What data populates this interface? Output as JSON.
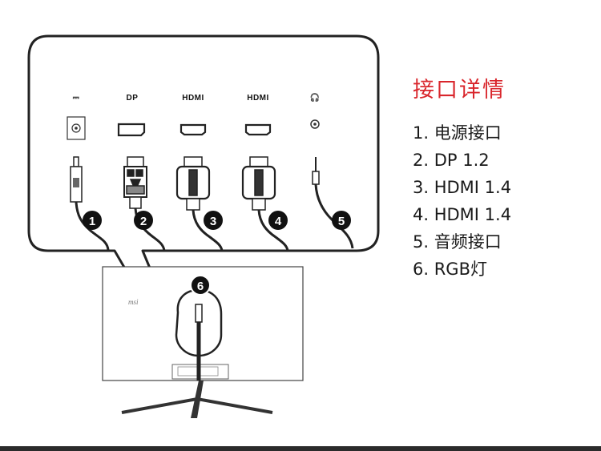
{
  "ports": [
    {
      "label": "⎓",
      "icon": "dc-power-icon"
    },
    {
      "label": "DP",
      "icon": "displayport-icon"
    },
    {
      "label": "HDMI",
      "icon": "hdmi-icon"
    },
    {
      "label": "HDMI",
      "icon": "hdmi-icon"
    },
    {
      "label": "🎧",
      "icon": "headphone-icon"
    }
  ],
  "markers": [
    "1",
    "2",
    "3",
    "4",
    "5",
    "6"
  ],
  "legend": {
    "title": "接口详情",
    "items": [
      "1. 电源接口",
      "2. DP 1.2",
      "3. HDMI 1.4",
      "4. HDMI 1.4",
      "5. 音频接口",
      "6. RGB灯"
    ]
  },
  "colors": {
    "title": "#d9262c",
    "line": "#222222",
    "marker": "#111111"
  }
}
